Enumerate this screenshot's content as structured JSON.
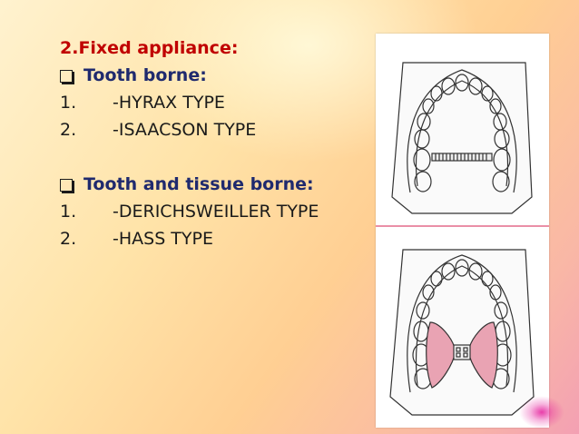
{
  "slide": {
    "heading": "2.Fixed appliance:",
    "sections": [
      {
        "title": "Tooth borne:",
        "items": [
          {
            "number": "1.",
            "text": "-HYRAX TYPE"
          },
          {
            "number": "2.",
            "text": "-ISAACSON TYPE"
          }
        ]
      },
      {
        "title": "Tooth and tissue borne:",
        "items": [
          {
            "number": "1.",
            "text": "-DERICHSWEILLER TYPE"
          },
          {
            "number": "2.",
            "text": "-HASS TYPE"
          }
        ]
      }
    ]
  },
  "colors": {
    "heading": "#c00000",
    "subheading": "#1f2a6e",
    "body_text": "#1a1a1a",
    "acrylic_pad": "#e9a3b3",
    "figure_divider": "#e36a8a"
  },
  "icons": {
    "bullet": "checkbox-square-icon"
  },
  "figure": {
    "panels": [
      "hyrax-expander-illustration",
      "haas-expander-illustration"
    ]
  }
}
